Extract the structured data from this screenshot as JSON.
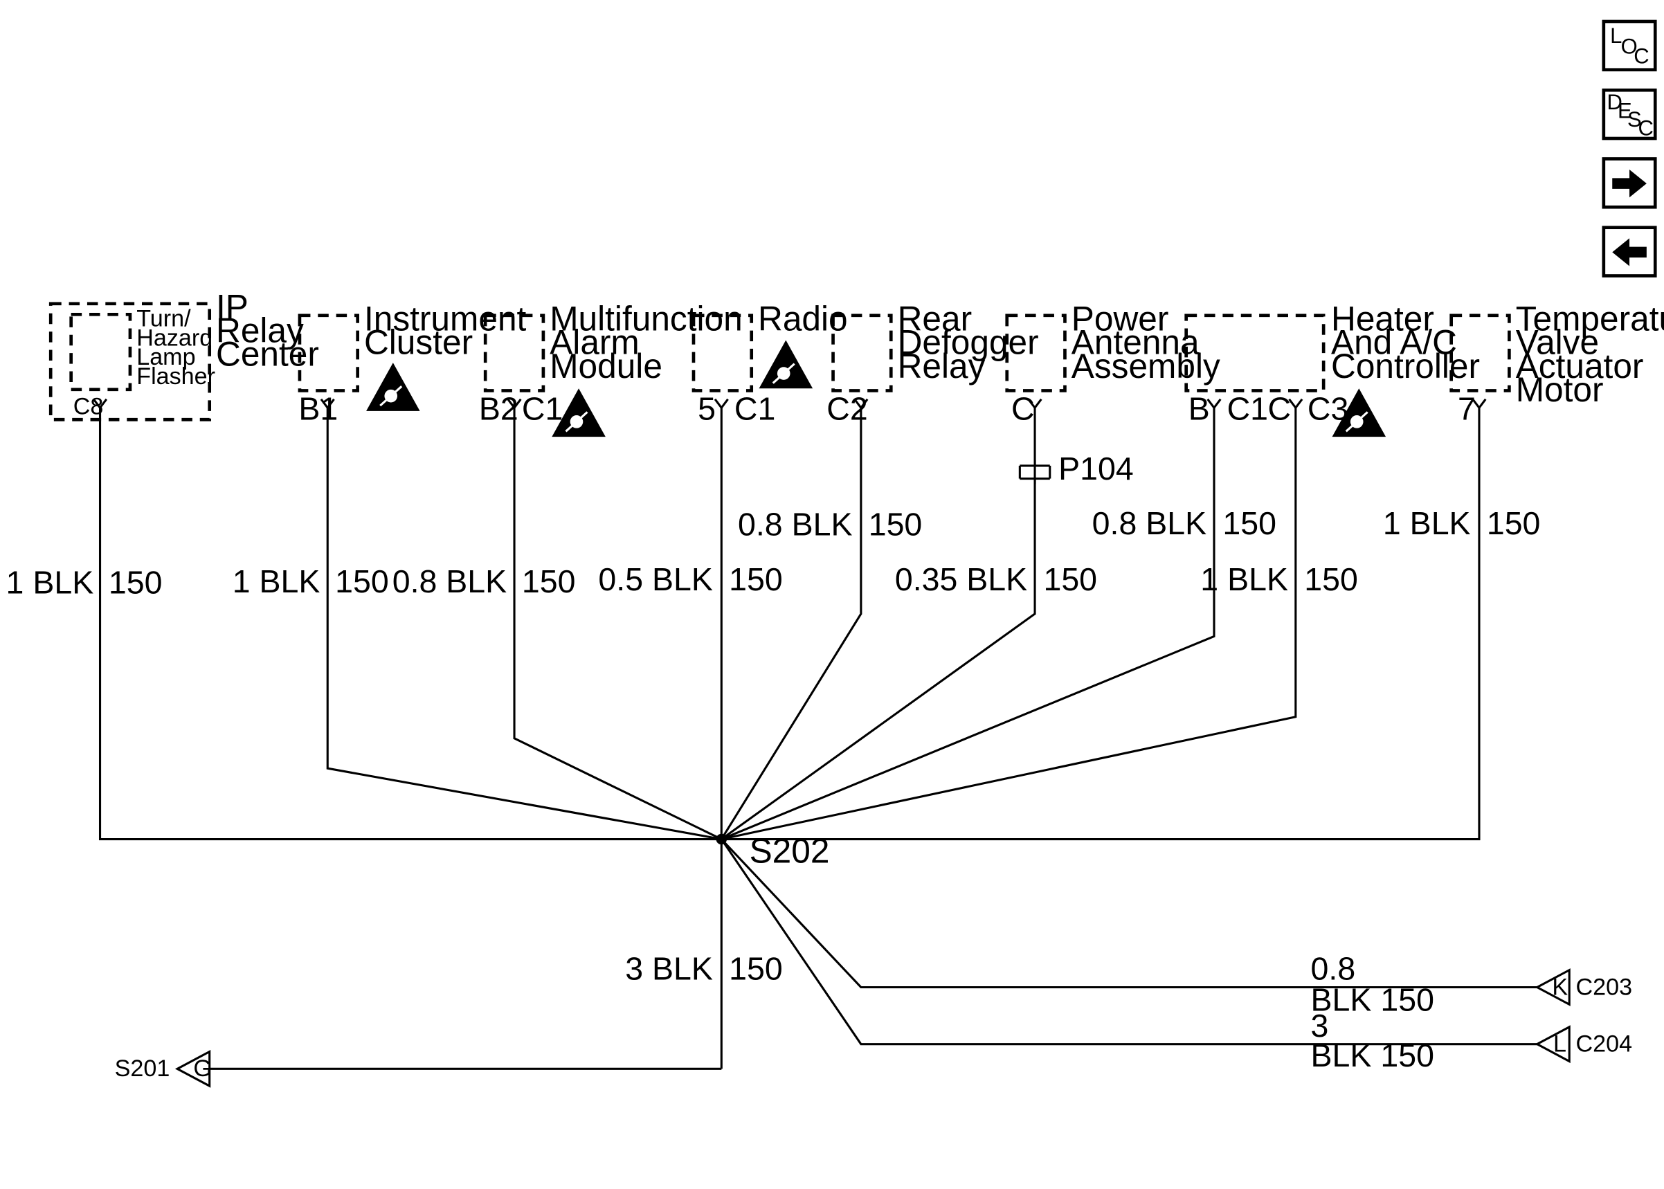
{
  "nav": {
    "loc": {
      "l": "L",
      "o": "O",
      "c": "C"
    },
    "desc": {
      "d": "D",
      "e": "E",
      "s": "S",
      "c": "C"
    }
  },
  "components": {
    "ip_relay_center": {
      "label": [
        "IP",
        "Relay",
        "Center"
      ],
      "pin": "C8"
    },
    "flasher": {
      "label": [
        "Turn/",
        "Hazard",
        "Lamp",
        "Flasher"
      ]
    },
    "instrument_cluster": {
      "label": [
        "Instrument",
        "Cluster"
      ],
      "pin": "B1"
    },
    "alarm_module": {
      "label": [
        "Multifunction",
        "Alarm",
        "Module"
      ],
      "pins": [
        "B2",
        "C1"
      ]
    },
    "radio": {
      "label": [
        "Radio"
      ],
      "pins": [
        "5",
        "C1"
      ]
    },
    "rear_defogger": {
      "label": [
        "Rear",
        "Defogger",
        "Relay"
      ],
      "pin": "C2"
    },
    "power_antenna": {
      "label": [
        "Power",
        "Antenna",
        "Assembly"
      ],
      "pin": "C"
    },
    "heater_ac": {
      "label": [
        "Heater",
        "And A/C",
        "Controller"
      ],
      "pins": [
        "B",
        "C1",
        "C",
        "C3"
      ]
    },
    "temp_valve": {
      "label": [
        "Temperature",
        "Valve",
        "Actuator",
        "Motor"
      ],
      "pin": "7"
    }
  },
  "wires": {
    "ip": {
      "size": "1 BLK",
      "circuit": "150"
    },
    "cluster": {
      "size": "1 BLK",
      "circuit": "150"
    },
    "alarm": {
      "size": "0.8 BLK",
      "circuit": "150"
    },
    "radio": {
      "size": "0.5 BLK",
      "circuit": "150"
    },
    "defog": {
      "size": "0.8 BLK",
      "circuit": "150"
    },
    "antenna": {
      "size": "0.35 BLK",
      "circuit": "150"
    },
    "heater_b": {
      "size": "0.8 BLK",
      "circuit": "150"
    },
    "heater_c": {
      "size": "1 BLK",
      "circuit": "150"
    },
    "temp": {
      "size": "1 BLK",
      "circuit": "150"
    },
    "main": {
      "size": "3 BLK",
      "circuit": "150"
    },
    "c203": {
      "size": "0.8",
      "color_circuit": "BLK 150"
    },
    "c204": {
      "size": "3",
      "color_circuit": "BLK 150"
    }
  },
  "splices": {
    "s202": "S202",
    "p104": "P104"
  },
  "connectors": {
    "c203": {
      "name": "C203",
      "pin": "K"
    },
    "c204": {
      "name": "C204",
      "pin": "L"
    },
    "s201": {
      "name": "S201",
      "pin": "G"
    }
  }
}
